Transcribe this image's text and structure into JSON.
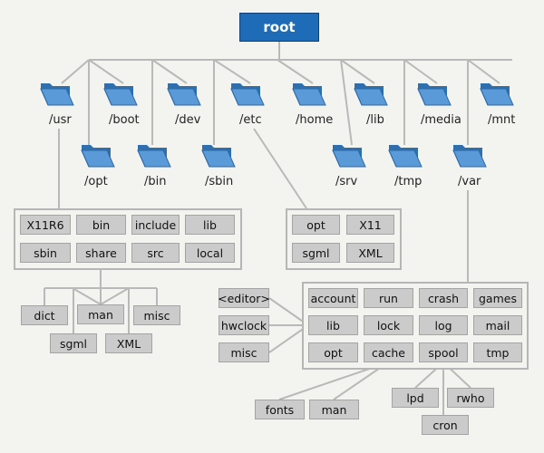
{
  "colors": {
    "background": "#f3f3f0",
    "root_fill": "#1e6bb8",
    "folder_fill": "#3f86cc",
    "box_fill": "#cbcbcb",
    "line": "#b9b9b9"
  },
  "icons": {
    "folder": "folder-icon"
  },
  "root": {
    "label": "root"
  },
  "top_dirs": [
    "/usr",
    "/boot",
    "/dev",
    "/etc",
    "/home",
    "/lib",
    "/media",
    "/mnt"
  ],
  "second_dirs": [
    "/opt",
    "/bin",
    "/sbin",
    "/srv",
    "/tmp",
    "/var"
  ],
  "usr_children": [
    "X11R6",
    "bin",
    "include",
    "lib",
    "sbin",
    "share",
    "src",
    "local"
  ],
  "etc_children": [
    "opt",
    "X11",
    "sgml",
    "XML"
  ],
  "share_children": [
    "dict",
    "man",
    "misc",
    "sgml",
    "XML"
  ],
  "var_children": [
    "account",
    "run",
    "crash",
    "games",
    "lib",
    "lock",
    "log",
    "mail",
    "opt",
    "cache",
    "spool",
    "tmp"
  ],
  "lib_children": [
    "<editor>",
    "hwclock",
    "misc"
  ],
  "cache_children": [
    "fonts",
    "man"
  ],
  "spool_children": [
    "lpd",
    "rwho",
    "cron"
  ]
}
